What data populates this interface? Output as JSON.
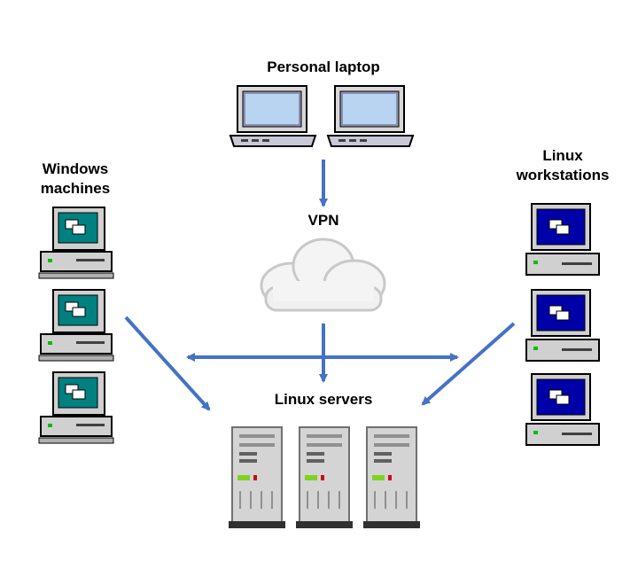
{
  "labels": {
    "personal_laptop": "Personal laptop",
    "windows_machines_line1": "Windows",
    "windows_machines_line2": "machines",
    "linux_workstations_line1": "Linux",
    "linux_workstations_line2": "workstations",
    "vpn": "VPN",
    "linux_servers": "Linux servers"
  },
  "colors": {
    "arrow": "#4472c4",
    "windows_screen": "#008080",
    "linux_screen": "#0000a8",
    "laptop_screen": "#b9d4f0"
  },
  "icons": {
    "laptops": [
      "laptop-icon",
      "laptop-icon"
    ],
    "windows": [
      "windows-pc-icon",
      "windows-pc-icon",
      "windows-pc-icon"
    ],
    "linux_workstations": [
      "linux-workstation-icon",
      "linux-workstation-icon",
      "linux-workstation-icon"
    ],
    "servers": [
      "server-tower-icon",
      "server-tower-icon",
      "server-tower-icon"
    ],
    "vpn": "cloud-icon"
  }
}
